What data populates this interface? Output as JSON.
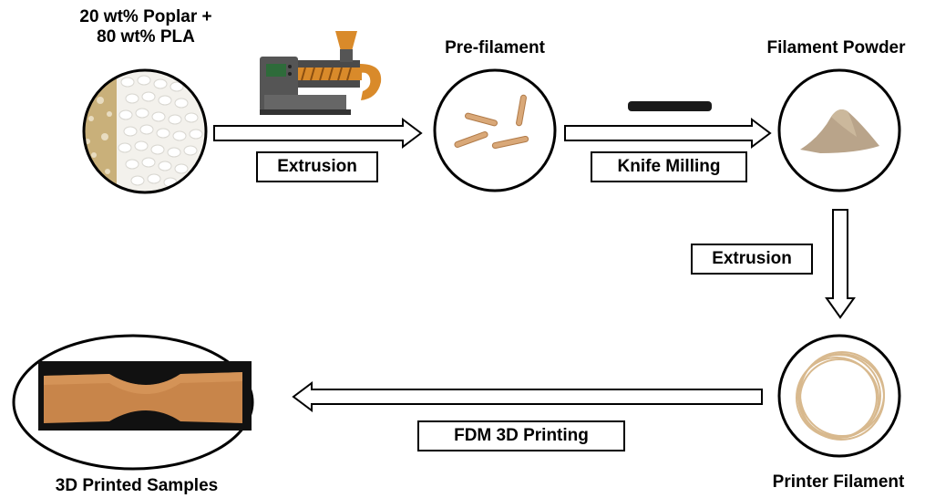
{
  "nodes": {
    "raw_material": {
      "line1": "20 wt% Poplar +",
      "line2": "80 wt% PLA"
    },
    "pre_filament": {
      "title": "Pre-filament"
    },
    "filament_powder": {
      "title": "Filament Powder"
    },
    "printer_filament": {
      "title": "Printer Filament"
    },
    "printed_samples": {
      "title": "3D Printed Samples"
    }
  },
  "steps": {
    "extrusion_1": "Extrusion",
    "knife_milling": "Knife Milling",
    "extrusion_2": "Extrusion",
    "fdm_printing": "FDM 3D Printing"
  },
  "colors": {
    "wood": "#d9a878",
    "wood_dark": "#b07a48",
    "pla_white": "#f3f1ec",
    "poplar": "#c9b07a",
    "powder": "#b9a48a",
    "filament": "#d8b98e",
    "sample": "#c8854a",
    "extruder_body": "#555555",
    "screw": "#d98a2a"
  }
}
